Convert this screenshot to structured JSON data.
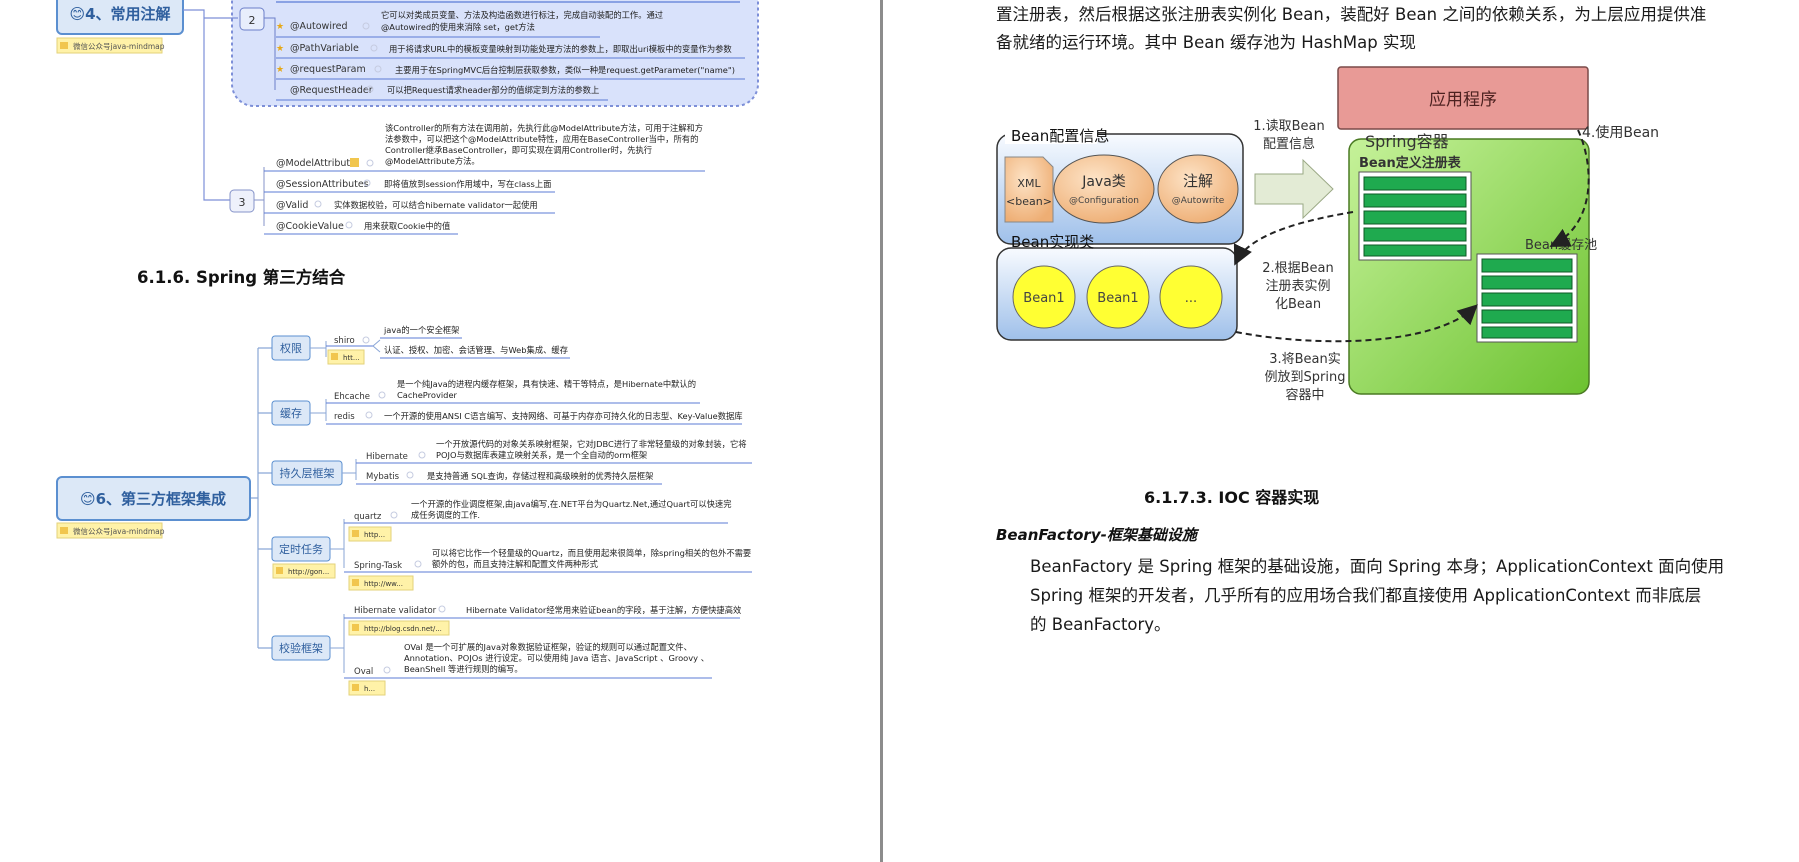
{
  "left": {
    "mm1": {
      "root_label": "😊4、常用注解",
      "root_tag": "微信公众号java-mindmap",
      "group2_label": "2",
      "group3_label": "3",
      "rows2": [
        {
          "key": "",
          "desc": "它可以对类成员变量、方法及构造函数进行标注，完成自动装配的工作。通过"
        },
        {
          "key": "@Autowired",
          "desc": "@Autowired的使用来消除 set，get方法"
        },
        {
          "key": "@PathVariable",
          "desc": "用于将请求URL中的模板变量映射到功能处理方法的参数上，即取出uri模板中的变量作为参数"
        },
        {
          "key": "@requestParam",
          "desc": "主要用于在SpringMVC后台控制层获取参数，类似一种是request.getParameter(\"name\")"
        },
        {
          "key": "@RequestHeader",
          "desc": "可以把Request请求header部分的值绑定到方法的参数上"
        }
      ],
      "model_attr": {
        "key": "@ModelAttribute",
        "lines": [
          "该Controller的所有方法在调用前，先执行此@ModelAttribute方法，可用于注解和方",
          "法参数中，可以把这个@ModelAttribute特性，应用在BaseController当中，所有的",
          "Controller继承BaseController，即可实现在调用Controller时，先执行",
          "@ModelAttribute方法。"
        ]
      },
      "rows3": [
        {
          "key": "@SessionAttributes",
          "desc": "即将值放到session作用域中，写在class上面"
        },
        {
          "key": "@Valid",
          "desc": "实体数据校验，可以结合hibernate validator一起使用"
        },
        {
          "key": "@CookieValue",
          "desc": "用来获取Cookie中的值"
        }
      ]
    },
    "section_title": "6.1.6.  Spring 第三方结合",
    "mm2": {
      "root_label": "😊6、第三方框架集成",
      "root_tag": "微信公众号java-mindmap",
      "categories": {
        "permissions": "权限",
        "cache": "缓存",
        "persistence": "持久层框架",
        "scheduling": "定时任务",
        "validation": "校验框架"
      },
      "shiro": {
        "name": "shiro",
        "desc1": "java的一个安全框架",
        "desc2": "认证、授权、加密、会话管理、与Web集成、缓存",
        "link": "htt..."
      },
      "ehcache": {
        "name": "Ehcache",
        "line1": "是一个纯Java的进程内缓存框架，具有快速、精干等特点，是Hibernate中默认的",
        "line2": "CacheProvider"
      },
      "redis": {
        "name": "redis",
        "desc": "一个开源的使用ANSI C语言编写、支持网络、可基于内存亦可持久化的日志型、Key-Value数据库"
      },
      "hibernate": {
        "name": "Hibernate",
        "line1": "一个开放源代码的对象关系映射框架，它对JDBC进行了非常轻量级的对象封装，它将",
        "line2": "POJO与数据库表建立映射关系，是一个全自动的orm框架"
      },
      "mybatis": {
        "name": "Mybatis",
        "desc": "是支持普通 SQL查询，存储过程和高级映射的优秀持久层框架"
      },
      "quartz": {
        "name": "quartz",
        "line1": "一个开源的作业调度框架,由java编写,在.NET平台为Quartz.Net,通过Quart可以快速完",
        "line2": "成任务调度的工作.",
        "link": "http..."
      },
      "sched_link": "http://gon...",
      "springtask": {
        "name": "Spring-Task",
        "line1": "可以将它比作一个轻量级的Quartz，而且使用起来很简单，除spring相关的包外不需要",
        "line2": "额外的包，而且支持注解和配置文件两种形式",
        "link": "http://ww..."
      },
      "hv": {
        "name": "Hibernate validator",
        "desc": "Hibernate Validator经常用来验证bean的字段，基于注解，方便快捷高效",
        "link": "http://blog.csdn.net/..."
      },
      "oval": {
        "name": "Oval",
        "line1": "OVal 是一个可扩展的Java对象数据验证框架，验证的规则可以通过配置文件、",
        "line2": "Annotation、POJOs 进行设定。可以使用纯 Java 语言、JavaScript 、Groovy 、",
        "line3": "BeanShell 等进行规则的编写。",
        "link": "h..."
      }
    }
  },
  "right": {
    "para1_line1": "置注册表，然后根据这张注册表实例化 Bean，装配好 Bean 之间的依赖关系，为上层应用提供准",
    "para1_line2": "备就绪的运行环境。其中 Bean 缓存池为 HashMap 实现",
    "diagram": {
      "app": "应用程序",
      "config_title": "Bean配置信息",
      "xml_line1": "XML",
      "xml_line2": "<bean>",
      "java_class": "Java类",
      "java_anno": "@Configuration",
      "anno": "注解",
      "anno_sub": "@Autowrite",
      "step1_line1": "1.读取Bean",
      "step1_line2": "配置信息",
      "container": "Spring容器",
      "registry": "Bean定义注册表",
      "step4": "4.使用Bean",
      "impl_title": "Bean实现类",
      "bean1": "Bean1",
      "bean2": "Bean1",
      "bean3": "...",
      "step2_line1": "2.根据Bean",
      "step2_line2": "注册表实例",
      "step2_line3": "化Bean",
      "step3_line1": "3.将Bean实",
      "step3_line2": "例放到Spring",
      "step3_line3": "容器中",
      "cache": "Bean缓存池",
      "colors": {
        "app": "#e89a96",
        "container": "#8fd14f",
        "slot": "#1faa4f",
        "config": "#bcd3ef",
        "bean": "#ffff33",
        "oval": "#f2c49a"
      }
    },
    "sub_heading": "6.1.7.3.     IOC 容器实现",
    "italic_heading": "BeanFactory-框架基础设施",
    "para2_line1": "BeanFactory 是 Spring 框架的基础设施，面向 Spring 本身；ApplicationContext 面向使用",
    "para2_line2": "Spring 框架的开发者，几乎所有的应用场合我们都直接使用 ApplicationContext 而非底层",
    "para2_line3": "的 BeanFactory。"
  }
}
